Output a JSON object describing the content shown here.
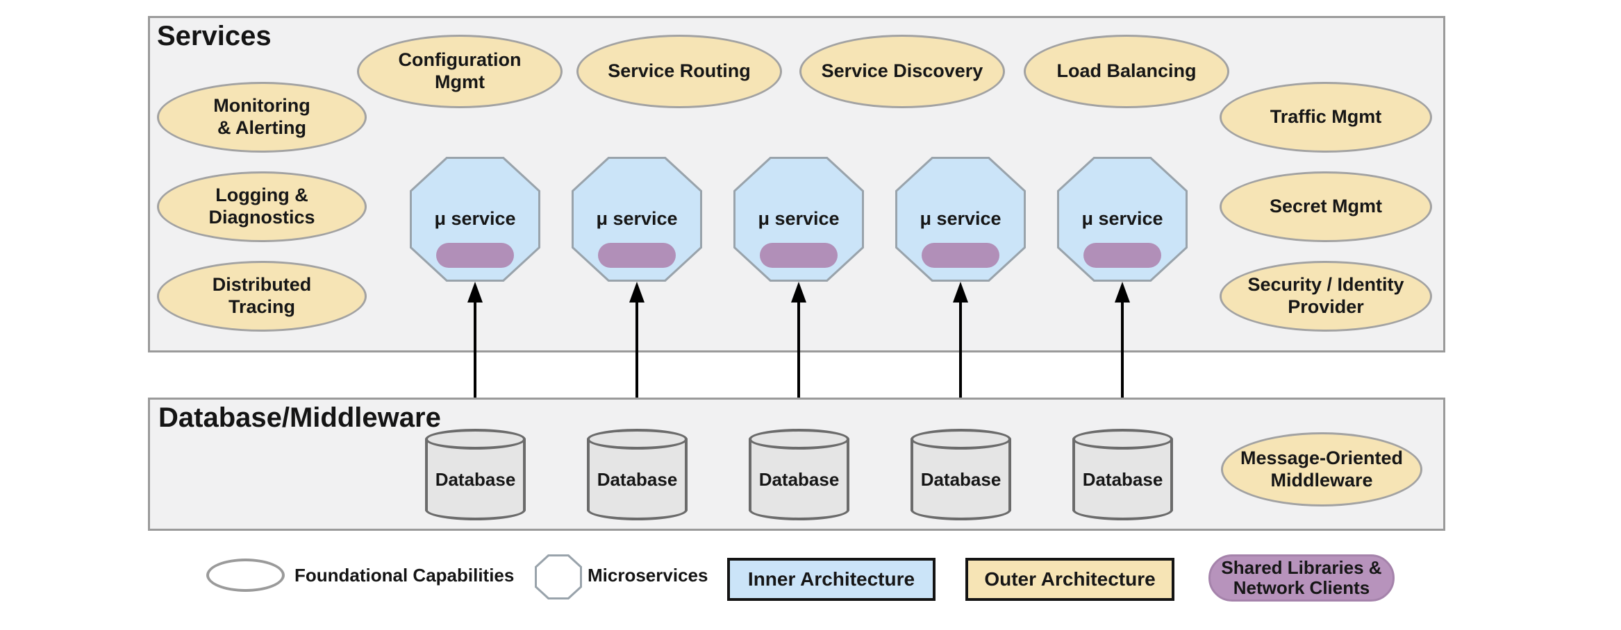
{
  "services": {
    "title": "Services",
    "capabilities": {
      "configuration_mgmt": "Configuration\nMgmt",
      "service_routing": "Service Routing",
      "service_discovery": "Service Discovery",
      "load_balancing": "Load Balancing",
      "monitoring_alerting": "Monitoring\n& Alerting",
      "logging_diagnostics": "Logging &\nDiagnostics",
      "distributed_tracing": "Distributed\nTracing",
      "traffic_mgmt": "Traffic Mgmt",
      "secret_mgmt": "Secret Mgmt",
      "security_identity_provider": "Security / Identity\nProvider"
    },
    "microservices": [
      "μ service",
      "μ service",
      "μ service",
      "μ service",
      "μ service"
    ]
  },
  "database_middleware": {
    "title": "Database/Middleware",
    "databases": [
      "Database",
      "Database",
      "Database",
      "Database",
      "Database"
    ],
    "message_oriented_middleware": "Message-Oriented\nMiddleware"
  },
  "legend": {
    "foundational_capabilities": "Foundational Capabilities",
    "microservices": "Microservices",
    "inner_architecture": "Inner Architecture",
    "outer_architecture": "Outer Architecture",
    "shared_libraries": "Shared Libraries &\nNetwork Clients"
  },
  "colors": {
    "outer_architecture_fill": "#f6e4b5",
    "inner_architecture_fill": "#cbe4f8",
    "shared_libraries_fill": "#b18fb8",
    "section_fill": "#f1f1f2",
    "database_fill": "#e5e5e5",
    "arrow_color": "#000000"
  }
}
